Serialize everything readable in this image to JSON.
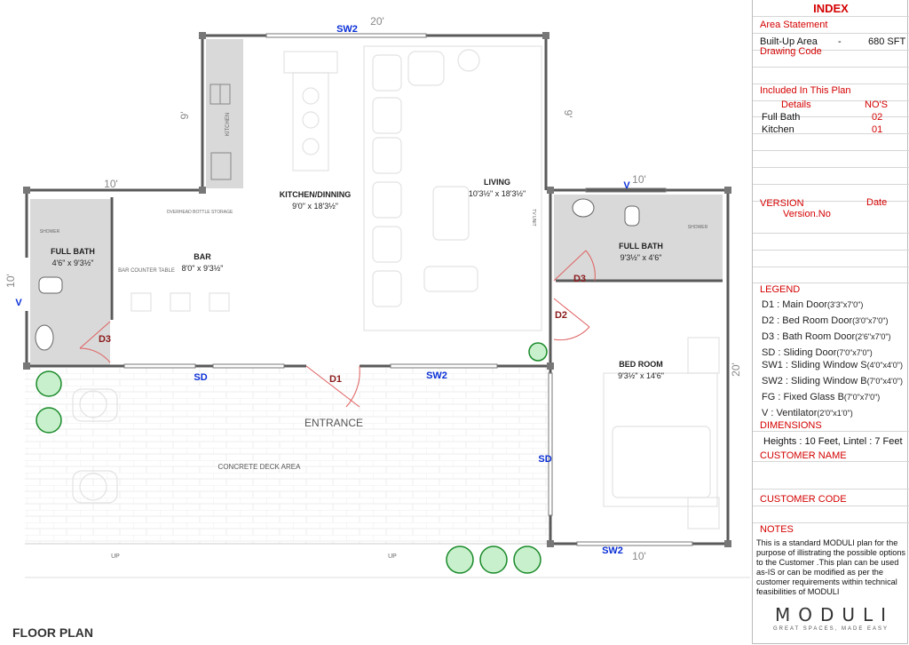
{
  "plan": {
    "title": "FLOOR PLAN",
    "rooms": {
      "kitchen_dinning": {
        "name": "KITCHEN/DINNING",
        "size": "9'0\" x 18'3½\""
      },
      "living": {
        "name": "LIVING",
        "size": "10'3½\" x 18'3½\""
      },
      "full_bath_left": {
        "name": "FULL BATH",
        "size": "4'6\" x 9'3½\""
      },
      "bar": {
        "name": "BAR",
        "size": "8'0\" x 9'3½\""
      },
      "full_bath_right": {
        "name": "FULL BATH",
        "size": "9'3½\" x 4'6\""
      },
      "bed_room": {
        "name": "BED ROOM",
        "size": "9'3½\" x 14'6\""
      },
      "entrance": {
        "name": "ENTRANCE"
      },
      "concrete_deck": {
        "name": "CONCRETE DECK AREA"
      }
    },
    "fixtures": {
      "kitchen": "KITCHEN",
      "overhead_storage": "OVERHEAD BOTTLE STORAGE",
      "bar_counter": "BAR COUNTER TABLE",
      "shower_left": "SHOWER",
      "shower_right": "SHOWER",
      "tv_unit": "TV UNIT",
      "up_left": "UP",
      "up_right": "UP"
    },
    "dimensions": {
      "top_20": "20'",
      "left_10": "10'",
      "kitchen_9": "9'",
      "living_9": "9'",
      "left_side_10": "10'",
      "right_10_top": "10'",
      "right_20": "20'",
      "bottom_10": "10'"
    },
    "openings": {
      "sw2_top": "SW2",
      "sw2_mid": "SW2",
      "sw2_bottom": "SW2",
      "sd_left": "SD",
      "sd_right": "SD",
      "d1": "D1",
      "d2": "D2",
      "d3_left": "D3",
      "d3_right": "D3",
      "v_left": "V",
      "v_right": "V"
    }
  },
  "panel": {
    "index": "INDEX",
    "area_statement": "Area Statement",
    "built_up_label": "Built-Up  Area",
    "built_up_dash": "-",
    "built_up_value": "680 SFT",
    "drawing_code": "Drawing Code",
    "included": "Included In This Plan",
    "details_header": "Details",
    "nos_header": "NO'S",
    "items": [
      {
        "label": "Full Bath",
        "count": "02"
      },
      {
        "label": "Kitchen",
        "count": "01"
      }
    ],
    "version": "VERSION",
    "version_no": "Version.No",
    "date": "Date",
    "legend": "LEGEND",
    "legend_items": [
      {
        "code": "D1",
        "label": ": Main Door",
        "size": "(3'3\"x7'0\")"
      },
      {
        "code": "D2",
        "label": ": Bed Room Door",
        "size": "(3'0\"x7'0\")"
      },
      {
        "code": "D3",
        "label": ": Bath Room Door",
        "size": "(2'6\"x7'0\")"
      },
      {
        "code": "SD",
        "label": ": Sliding Door",
        "size": "(7'0\"x7'0\")"
      },
      {
        "code": "SW1",
        "label": ": Sliding Window S",
        "size": "(4'0\"x4'0\")"
      },
      {
        "code": "SW2",
        "label": ": Sliding Window B",
        "size": "(7'0\"x4'0\")"
      },
      {
        "code": "FG",
        "label": ": Fixed Glass B",
        "size": "(7'0\"x7'0\")"
      },
      {
        "code": "V",
        "label": "  : Ventilator",
        "size": "(2'0\"x1'0\")"
      }
    ],
    "dimensions_title": "DIMENSIONS",
    "dimensions_text": "Heights : 10 Feet, Lintel : 7 Feet",
    "customer_name": "CUSTOMER NAME",
    "customer_code": "CUSTOMER CODE",
    "notes_title": "NOTES",
    "notes_text": "This is a standard MODULI plan for the purpose of illistrating the possible options to the Customer .This plan can be used as-IS or can be modified as per the customer requirements within technical feasibilities of MODULI",
    "logo": "MODULI",
    "tagline": "GREAT SPACES, MADE EASY"
  },
  "colors": {
    "red": "#d40000",
    "blue": "#0a2fd6",
    "door_label": "#8b1a1a",
    "bath_fill": "#d9d9d9",
    "wall": "#5a5a5a"
  }
}
